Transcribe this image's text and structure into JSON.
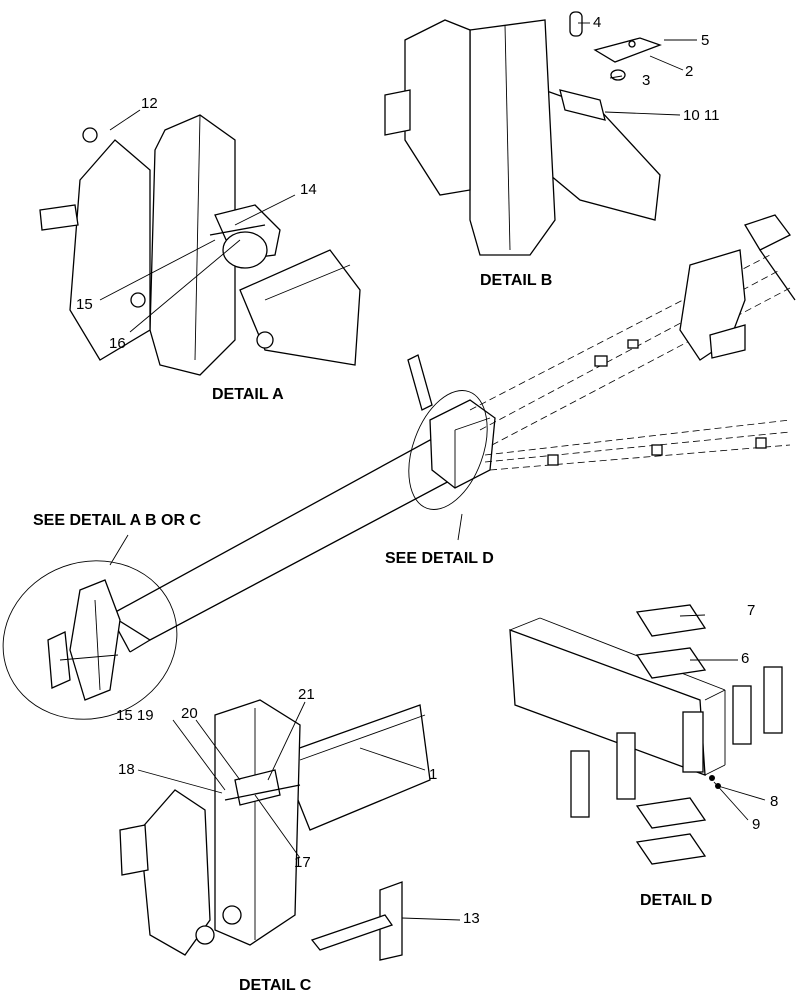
{
  "details": {
    "a": "DETAIL A",
    "b": "DETAIL B",
    "c": "DETAIL C",
    "d": "DETAIL D"
  },
  "callouts": {
    "see_abc": "SEE DETAIL A B OR C",
    "see_d": "SEE DETAIL D"
  },
  "labels": {
    "n1": "1",
    "n2": "2",
    "n3": "3",
    "n4": "4",
    "n5": "5",
    "n6": "6",
    "n7": "7",
    "n8": "8",
    "n9": "9",
    "n10_11": "10  11",
    "n12": "12",
    "n13": "13",
    "n14": "14",
    "n15": "15",
    "n16": "16",
    "n15_19": "15  19",
    "n17": "17",
    "n18": "18",
    "n20": "20",
    "n21": "21"
  }
}
